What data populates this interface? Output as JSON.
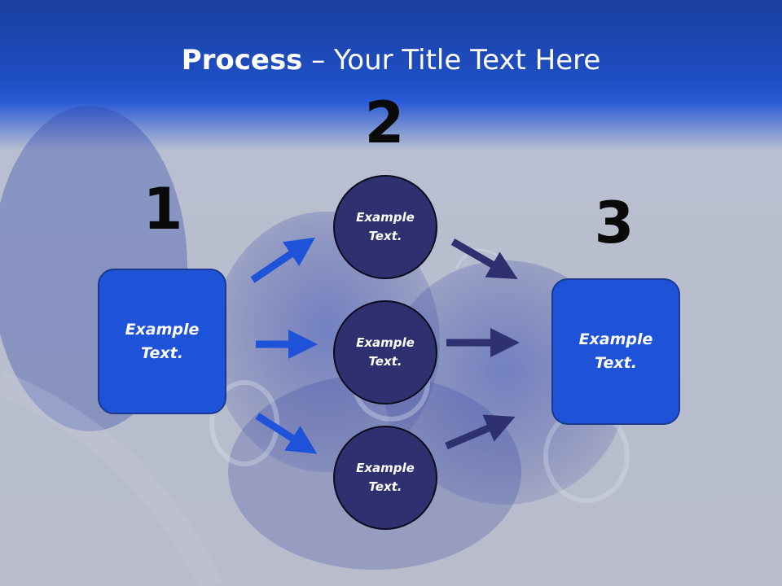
{
  "slide": {
    "title_bold": "Process",
    "title_rest": " – Your Title Text Here",
    "steps": [
      {
        "number": "1",
        "text": "Example\nText."
      },
      {
        "number": "2",
        "items": [
          "Example\nText.",
          "Example\nText.",
          "Example\nText."
        ]
      },
      {
        "number": "3",
        "text": "Example\nText."
      }
    ]
  },
  "colors": {
    "header_blue": "#1f4fc4",
    "box_blue": "#1e52d8",
    "circle_navy": "#2e3070",
    "arrow_blue": "#1e52d8",
    "arrow_navy": "#2e3070"
  }
}
